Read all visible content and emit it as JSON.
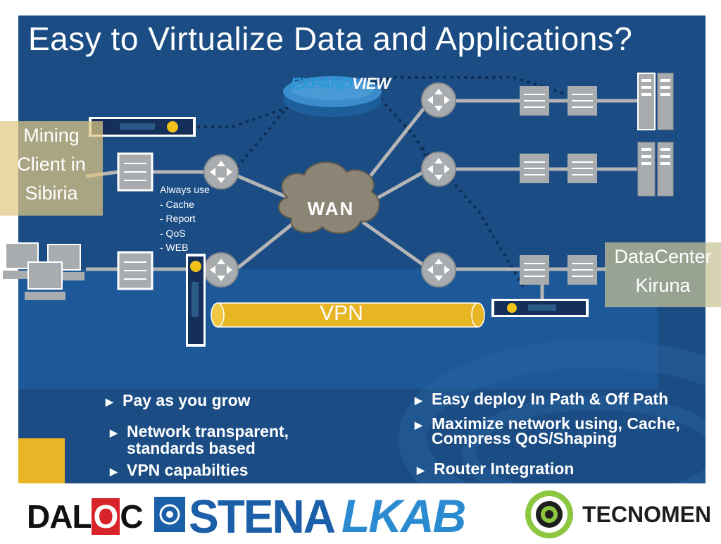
{
  "title": "Easy to Virtualize Data and Applications?",
  "colors": {
    "slide_background": "#1b4d84",
    "vpn_pipe": "#e8b624",
    "accent_yellow": "#e9b527",
    "device_gray": "#a9acae",
    "label_box": "#d9c48c"
  },
  "diagram": {
    "mining_label_lines": [
      "Mining",
      "Client in",
      "Sibiria"
    ],
    "datacenter_label_lines": [
      "DataCenter",
      "Kiruna"
    ],
    "notes": [
      "Always use",
      "- Cache",
      "- Report",
      "- QoS",
      "- WEB"
    ],
    "wan_label": "WAN",
    "vpn_label": "VPN",
    "expandview_logo": {
      "part1": "EXPAND",
      "part2": "VIEW"
    }
  },
  "bullets_left": [
    "Pay as you grow",
    "Network transparent, standards based",
    "VPN capabilties"
  ],
  "bullets_right": [
    "Easy deploy In Path & Off Path",
    "Maximize network using, Cache, Compress QoS/Shaping",
    "Router Integration"
  ],
  "logos": {
    "daloc": {
      "part1": "DAL",
      "part2": "O",
      "part3": "C"
    },
    "stena": "STENA",
    "lkab": "LKAB",
    "tecnomen": "TECNOMEN"
  }
}
